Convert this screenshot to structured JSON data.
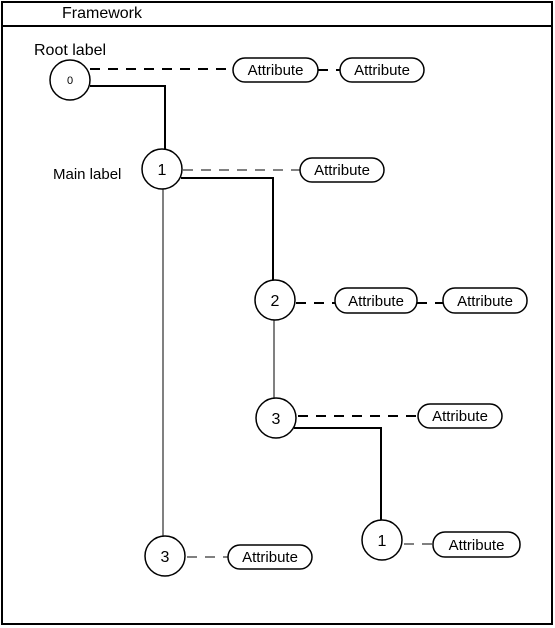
{
  "frame": {
    "title": "Framework"
  },
  "labels": {
    "root": "Root label",
    "main": "Main label"
  },
  "nodes": [
    {
      "id": "n0",
      "text": "0"
    },
    {
      "id": "n1",
      "text": "1"
    },
    {
      "id": "n2",
      "text": "2"
    },
    {
      "id": "n3a",
      "text": "3"
    },
    {
      "id": "n3b",
      "text": "3"
    },
    {
      "id": "n1b",
      "text": "1"
    }
  ],
  "attributes": [
    {
      "id": "a0a",
      "text": "Attribute"
    },
    {
      "id": "a0b",
      "text": "Attribute"
    },
    {
      "id": "a1",
      "text": "Attribute"
    },
    {
      "id": "a2a",
      "text": "Attribute"
    },
    {
      "id": "a2b",
      "text": "Attribute"
    },
    {
      "id": "a3a",
      "text": "Attribute"
    },
    {
      "id": "a3b",
      "text": "Attribute"
    },
    {
      "id": "a1b",
      "text": "Attribute"
    }
  ],
  "colors": {
    "stroke": "#000000",
    "background": "#ffffff"
  }
}
